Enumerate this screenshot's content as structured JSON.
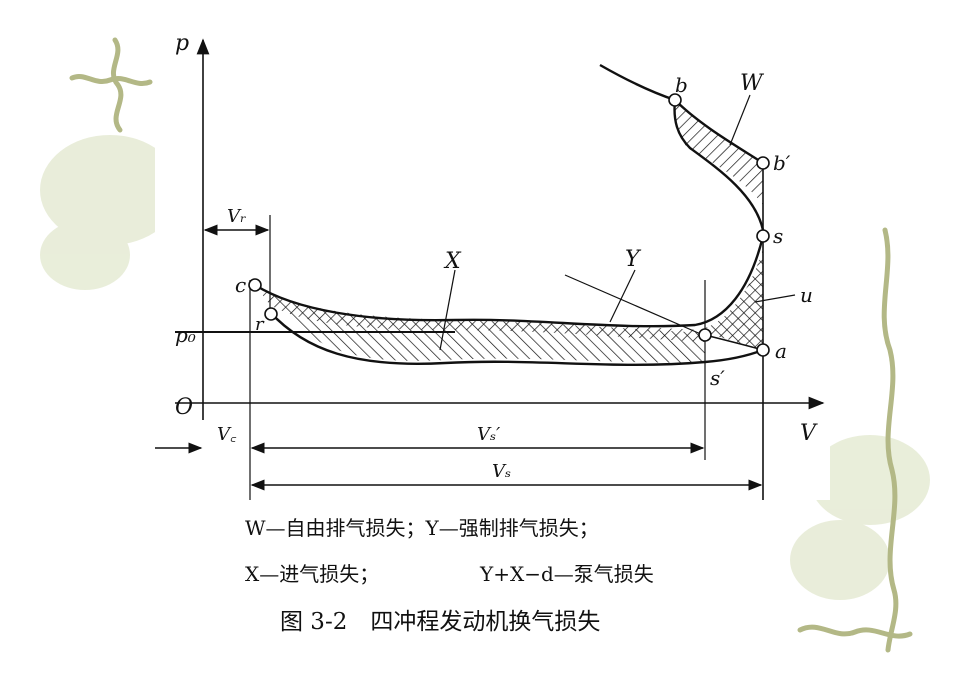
{
  "axes": {
    "y": "p",
    "x": "V",
    "origin": "O",
    "p0": "p₀"
  },
  "points": {
    "b": "b",
    "b_prime": "b′",
    "s": "s",
    "u": "u",
    "a": "a",
    "s_prime": "s′",
    "c": "c",
    "r": "r"
  },
  "regions": {
    "W": "W",
    "X": "X",
    "Y": "Y"
  },
  "dims": {
    "V_r": "Vᵣ",
    "V_c": "V꜀",
    "V_s_prime": "Vₛ′",
    "V_s": "Vₛ"
  },
  "caption": {
    "line1": "W—自由排气损失；Y—强制排气损失；",
    "line2a": "X—进气损失；",
    "line2b": "Y+X−d—泵气损失",
    "title": "图 3-2　四冲程发动机换气损失"
  },
  "colors": {
    "ink": "#111111",
    "background_deco": "#dfe6c9",
    "vine": "#b3b886"
  }
}
